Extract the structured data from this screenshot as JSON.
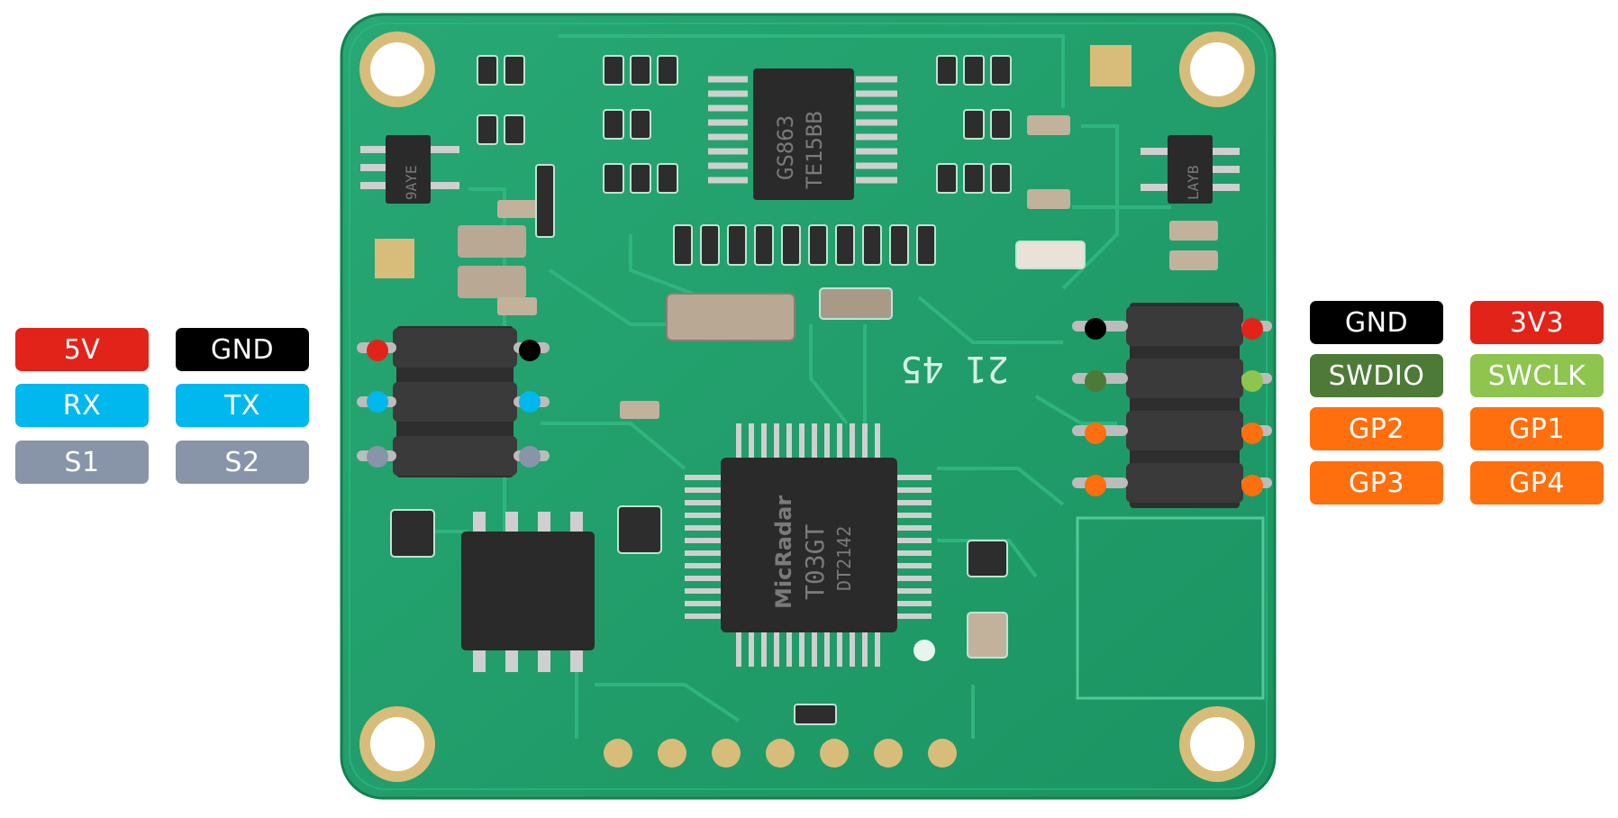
{
  "colors": {
    "pcb": "#1f9c68",
    "pcb_light": "#2db37a",
    "trace": "#32b47d",
    "silk": "#d6efe3",
    "gold": "#d8bd7a",
    "chip": "#2a2a2a",
    "red": "#e2231a",
    "black": "#000000",
    "cyan": "#00b7ee",
    "gray": "#8895a8",
    "darkgreen": "#4e7a37",
    "lightgreen": "#8dc54f",
    "orange": "#ff6f0e"
  },
  "chips": {
    "top_ic": [
      "GS863",
      "TE15BB"
    ],
    "main_ic": [
      "MicRadar",
      "T03GT",
      "DT2142"
    ],
    "left_sot": "9AYE",
    "right_sot": "LAYB",
    "board_code": "21 45"
  },
  "left_header": {
    "labels": [
      {
        "text": "5V",
        "color": "#e2231a"
      },
      {
        "text": "GND",
        "color": "#000000"
      },
      {
        "text": "RX",
        "color": "#00b7ee"
      },
      {
        "text": "TX",
        "color": "#00b7ee"
      },
      {
        "text": "S1",
        "color": "#8895a8"
      },
      {
        "text": "S2",
        "color": "#8895a8"
      }
    ]
  },
  "right_header": {
    "labels": [
      {
        "text": "GND",
        "color": "#000000"
      },
      {
        "text": "3V3",
        "color": "#e2231a"
      },
      {
        "text": "SWDIO",
        "color": "#4e7a37"
      },
      {
        "text": "SWCLK",
        "color": "#8dc54f"
      },
      {
        "text": "GP2",
        "color": "#ff6f0e"
      },
      {
        "text": "GP1",
        "color": "#ff6f0e"
      },
      {
        "text": "GP3",
        "color": "#ff6f0e"
      },
      {
        "text": "GP4",
        "color": "#ff6f0e"
      }
    ]
  }
}
